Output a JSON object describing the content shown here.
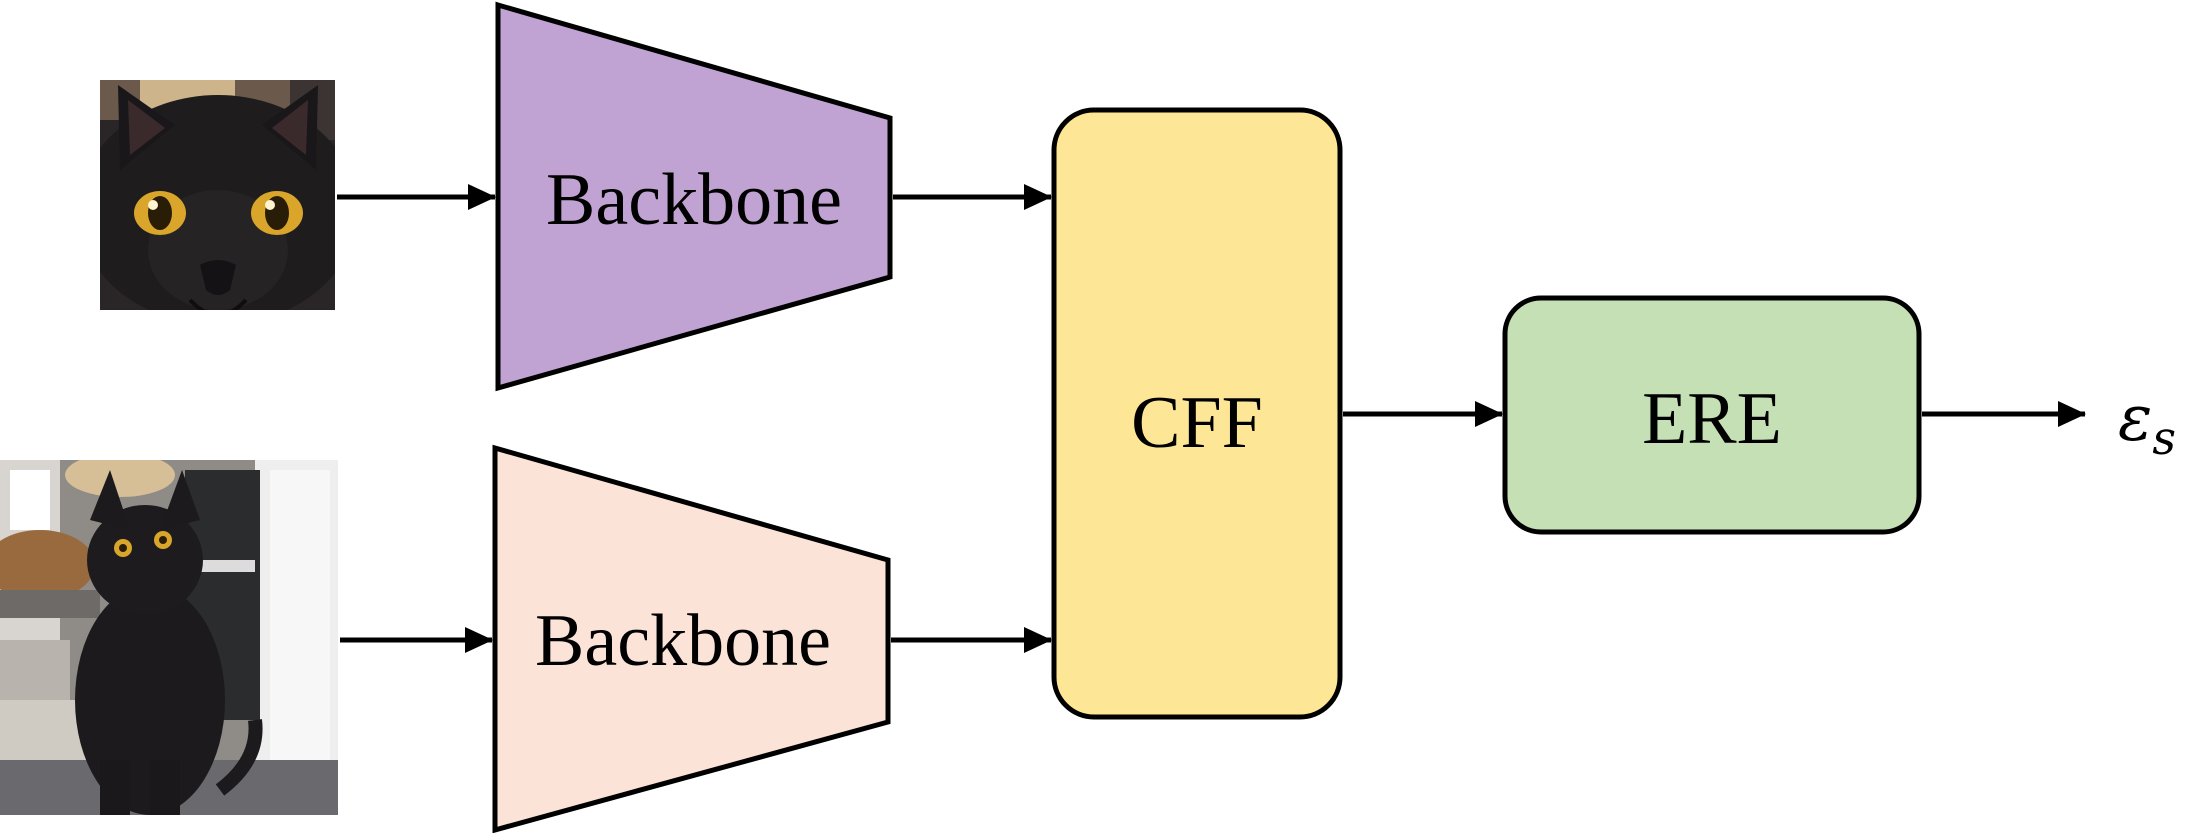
{
  "diagram": {
    "nodes": {
      "backbone_top": {
        "label": "Backbone",
        "fill": "#c0a3d2"
      },
      "backbone_bottom": {
        "label": "Backbone",
        "fill": "#fce3d8"
      },
      "cff": {
        "label": "CFF",
        "fill": "#fde696"
      },
      "ere": {
        "label": "ERE",
        "fill": "#c5e0b4"
      }
    },
    "output": {
      "symbol": "ε",
      "subscript": "s"
    },
    "inputs": [
      {
        "depicts": "close-up of a black cat's face with yellow eyes"
      },
      {
        "depicts": "full-body black cat sitting on the floor in a room"
      }
    ],
    "edges": [
      {
        "from": "image_top",
        "to": "backbone_top"
      },
      {
        "from": "image_bottom",
        "to": "backbone_bottom"
      },
      {
        "from": "backbone_top",
        "to": "cff"
      },
      {
        "from": "backbone_bottom",
        "to": "cff"
      },
      {
        "from": "cff",
        "to": "ere"
      },
      {
        "from": "ere",
        "to": "output"
      }
    ],
    "colors": {
      "stroke": "#000000",
      "cat_fur": "#1c1a1c",
      "cat_eye": "#d9a52a"
    }
  }
}
